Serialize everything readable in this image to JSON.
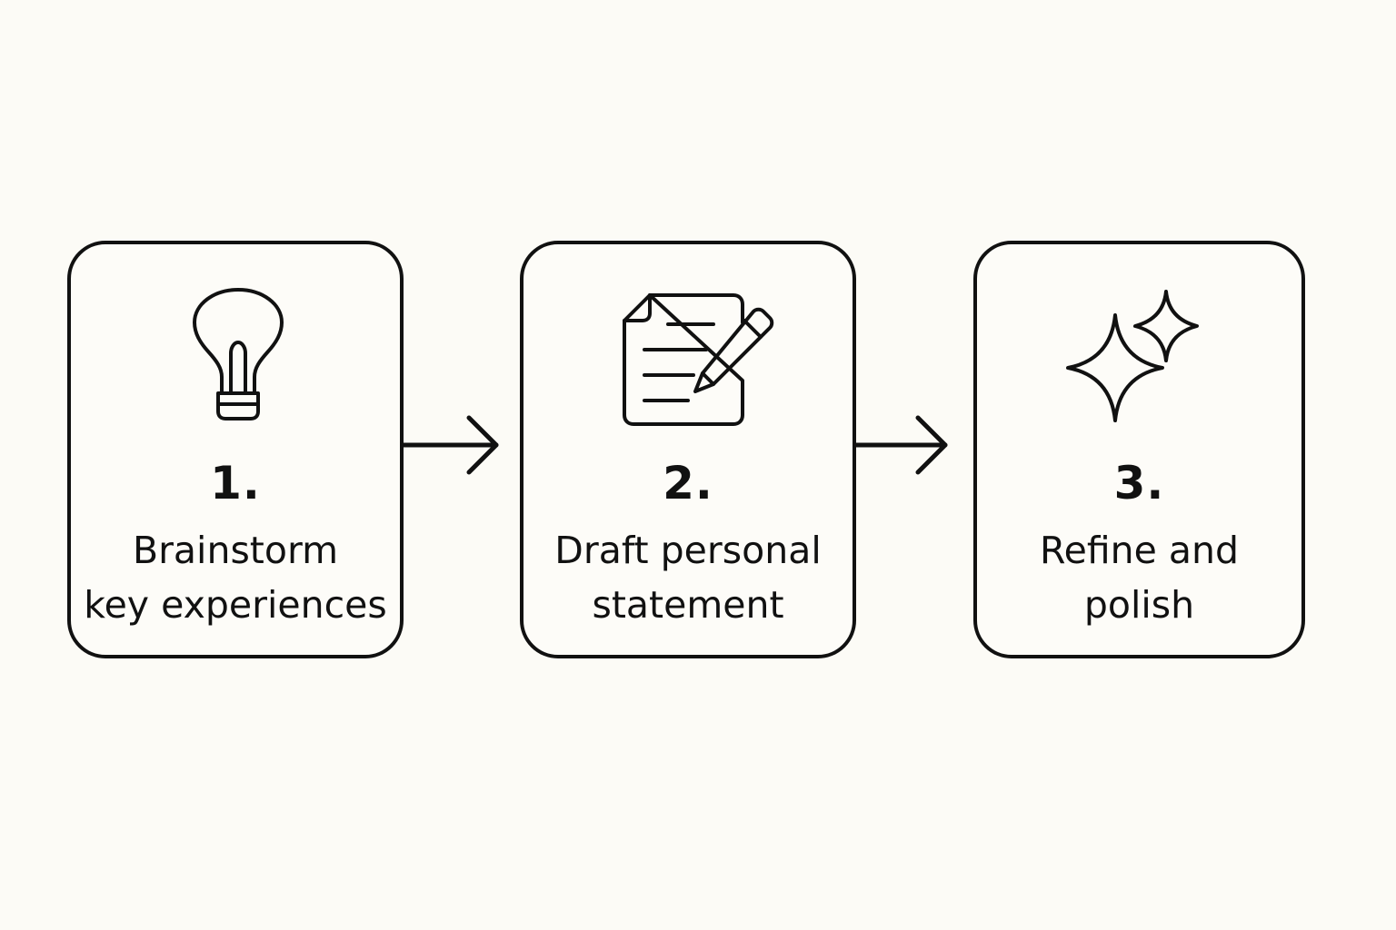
{
  "steps": [
    {
      "number": "1.",
      "label_lines": [
        "Brainstorm",
        "key experiences"
      ],
      "icon": "lightbulb-icon"
    },
    {
      "number": "2.",
      "label_lines": [
        "Draft personal",
        "statement"
      ],
      "icon": "document-pencil-icon"
    },
    {
      "number": "3.",
      "label_lines": [
        "Refine and",
        "polish"
      ],
      "icon": "sparkles-icon"
    }
  ],
  "connectors": [
    {
      "from": "1.",
      "to": "2.",
      "icon": "arrow-right-icon"
    },
    {
      "from": "2.",
      "to": "3.",
      "icon": "arrow-right-icon"
    }
  ],
  "colors": {
    "background": "#fcfbf6",
    "stroke": "#111111",
    "text": "#111111"
  }
}
